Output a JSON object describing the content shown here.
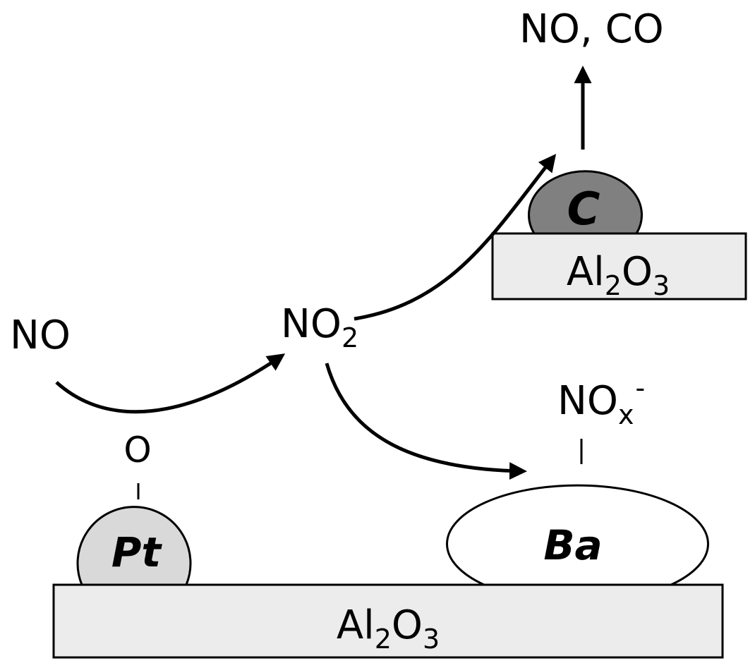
{
  "labels": {
    "no_in": "NO",
    "no2_main": "NO",
    "no2_sub": "2",
    "o": "O",
    "products": "NO, CO",
    "nox_main": "NO",
    "nox_sub": "x",
    "nox_sup": "-",
    "pt": "Pt",
    "ba": "Ba",
    "c": "C",
    "support_top_main": "Al",
    "support_top_sub1": "2",
    "support_top_o": "O",
    "support_top_sub2": "3",
    "support_bottom_main": "Al",
    "support_bottom_sub1": "2",
    "support_bottom_o": "O",
    "support_bottom_sub2": "3"
  },
  "colors": {
    "pt_fill": "#d9d9d9",
    "c_fill": "#808080",
    "ba_fill": "#ffffff",
    "support_fill": "#ececec",
    "stroke": "#000000"
  }
}
